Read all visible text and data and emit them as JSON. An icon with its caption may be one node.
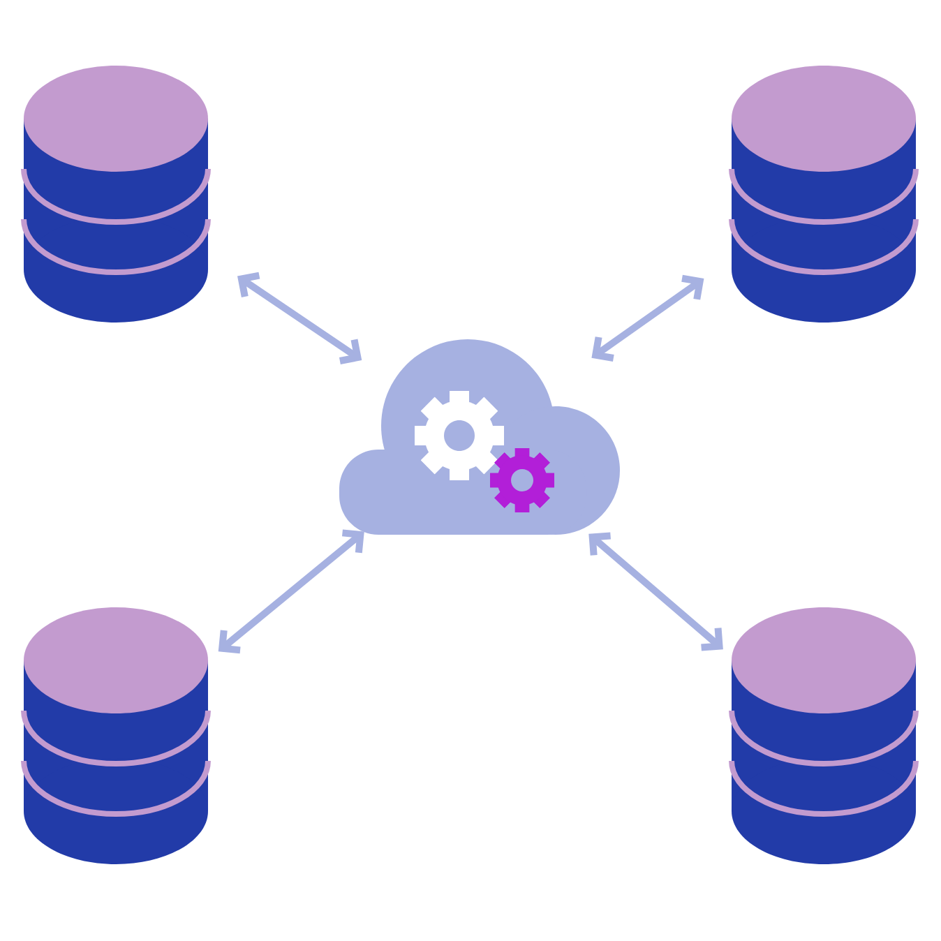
{
  "diagram": {
    "nodes": [
      {
        "text": [],
        "shape": "cylinder"
      },
      {
        "text": [],
        "shape": "cylinder"
      },
      {
        "text": [],
        "shape": "cloud"
      },
      {
        "text": [],
        "shape": "cylinder"
      },
      {
        "text": [],
        "shape": "cylinder"
      }
    ],
    "edges": [
      {
        "from": 2,
        "to": 0,
        "arrow": "both"
      },
      {
        "from": 2,
        "to": 1,
        "arrow": "both"
      },
      {
        "from": 2,
        "to": 3,
        "arrow": "both"
      },
      {
        "from": 2,
        "to": 4,
        "arrow": "both"
      }
    ]
  }
}
